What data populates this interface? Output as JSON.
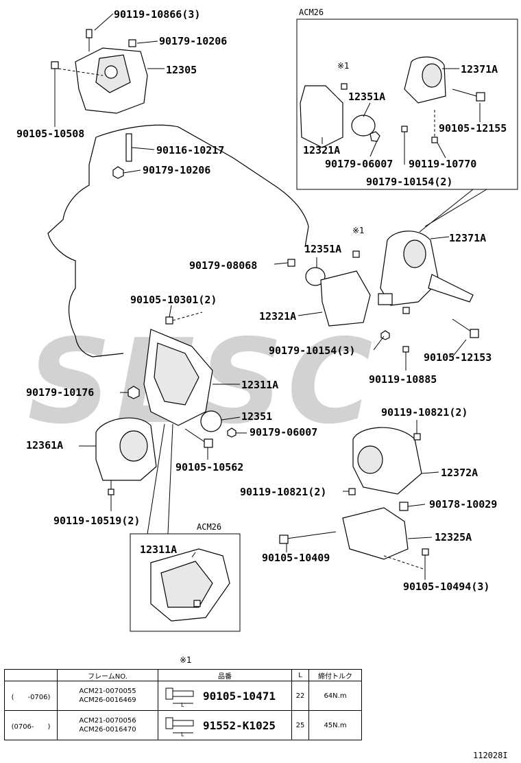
{
  "watermark": "SESC",
  "insets": {
    "top_right": "ACM26",
    "bottom_left": "ACM26"
  },
  "labels": {
    "p1": "90119-10866(3)",
    "p2": "90179-10206",
    "p3": "12305",
    "p4": "90105-10508",
    "p5": "90116-10217",
    "p6": "90179-10206",
    "p7": "12371A",
    "p8": "12351A",
    "p9": "90105-12155",
    "p10": "12321A",
    "p11": "90179-06007",
    "p12": "90119-10770",
    "p13": "90179-10154(2)",
    "p14": "12371A",
    "p15": "12351A",
    "p16": "90179-08068",
    "p17": "90105-10301(2)",
    "p18": "12321A",
    "p19": "90179-10154(3)",
    "p20": "90105-12153",
    "p21": "90119-10885",
    "p22": "90179-10176",
    "p23": "12311A",
    "p24": "12351",
    "p25": "90179-06007",
    "p26": "12361A",
    "p27": "90105-10562",
    "p28": "90119-10821(2)",
    "p29": "12372A",
    "p30": "90119-10821(2)",
    "p31": "90178-10029",
    "p32": "90119-10519(2)",
    "p33": "12325A",
    "p34": "90105-10409",
    "p35": "90105-10494(3)",
    "p36": "12311A"
  },
  "marks": {
    "ref_symbol": "※1"
  },
  "table": {
    "ref_mark": "※1",
    "headers": {
      "period": "",
      "frame": "フレームNO.",
      "part": "品番",
      "length": "L",
      "torque": "締付トルク"
    },
    "rows": [
      {
        "period": "(　　-0706)",
        "frame1": "ACM21-0070055",
        "frame2": "ACM26-0016469",
        "part": "90105-10471",
        "length_mark": "L",
        "length": "22",
        "torque": "64N.m"
      },
      {
        "period": "(0706-　　)",
        "frame1": "ACM21-0070056",
        "frame2": "ACM26-0016470",
        "part": "91552-K1025",
        "length_mark": "L",
        "length": "25",
        "torque": "45N.m"
      }
    ]
  },
  "figure_number": "112028I"
}
